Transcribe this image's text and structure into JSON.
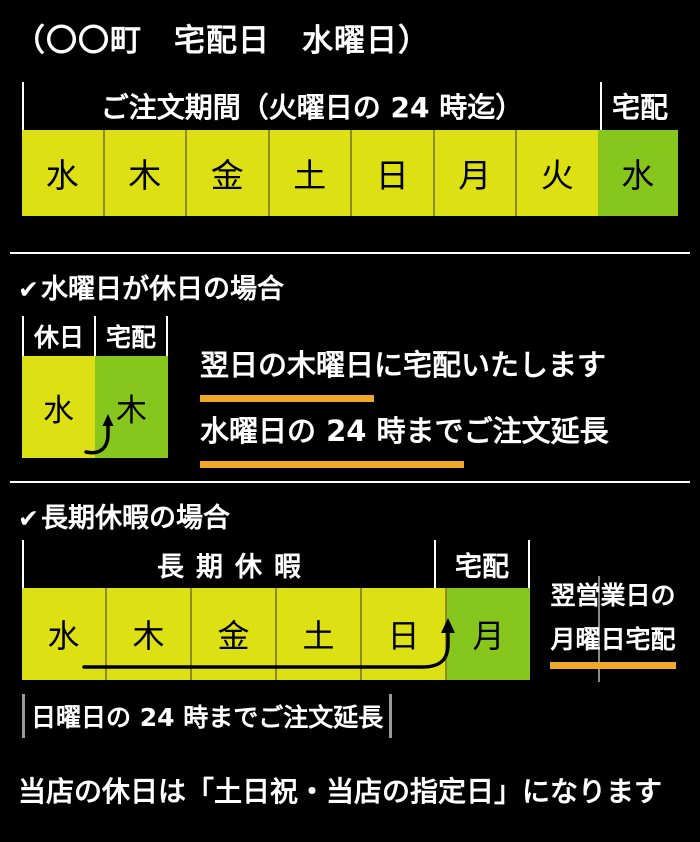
{
  "title": "（〇〇町　宅配日　水曜日）",
  "section1": {
    "header_order_period": "ご注文期間（火曜日の 24 時迄）",
    "header_delivery": "宅配",
    "days": [
      "水",
      "木",
      "金",
      "土",
      "日",
      "月",
      "火"
    ],
    "delivery_day": "水"
  },
  "section2": {
    "heading": "水曜日が休日の場合",
    "check_glyph": "✔",
    "header_holiday": "休日",
    "header_delivery": "宅配",
    "holiday_day": "水",
    "delivery_day": "木",
    "line1_highlight": "翌日の木曜日",
    "line1_rest": "に宅配いたします",
    "line2_highlight": "水曜日の 24 時まで",
    "line2_rest": "ご注文延長"
  },
  "section3": {
    "heading": "長期休暇の場合",
    "check_glyph": "✔",
    "header_vacation": "長期休暇",
    "header_delivery": "宅配",
    "days": [
      "水",
      "木",
      "金",
      "土",
      "日"
    ],
    "delivery_day": "月",
    "note": "日曜日の 24 時までご注文延長",
    "side_line1": "翌営業日の",
    "side_line2": "月曜日宅配"
  },
  "footer": "当店の休日は「土日祝・当店の指定日」になります",
  "colors": {
    "background": "#000000",
    "order_cell": "#dde013",
    "delivery_cell": "#87c61d",
    "cell_divider": "#8c8c20",
    "highlight_underline": "#efa828",
    "text_light": "#ffffff",
    "text_dark": "#000000",
    "rule": "#ffffff",
    "gray_rule": "#9a9a9a"
  }
}
